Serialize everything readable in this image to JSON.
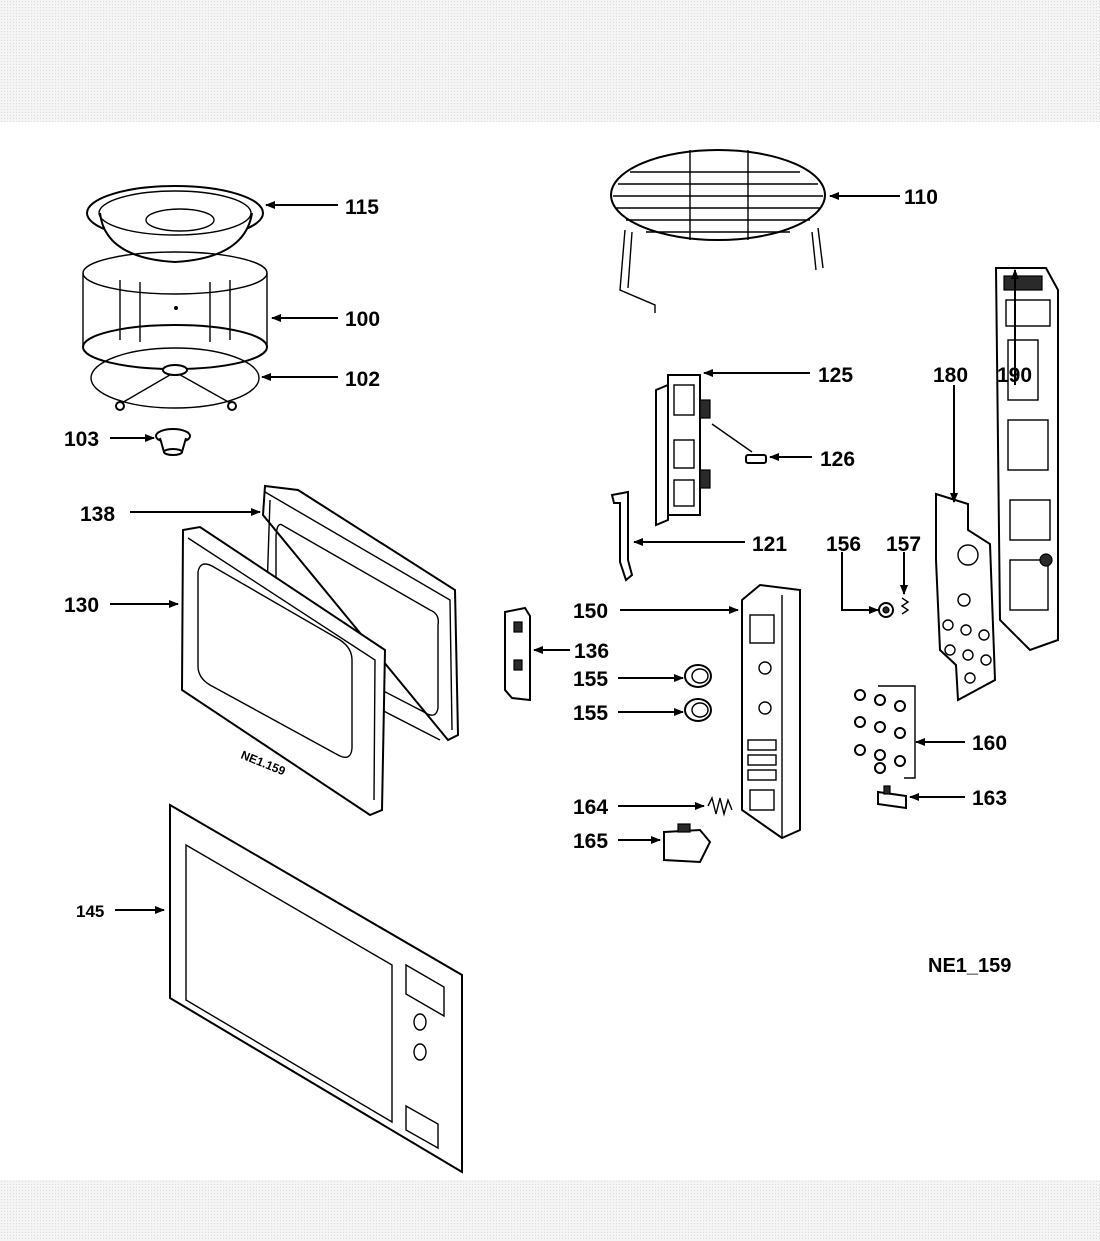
{
  "callouts": {
    "c115": "115",
    "c110": "110",
    "c100": "100",
    "c102": "102",
    "c103": "103",
    "c125": "125",
    "c180": "180",
    "c190": "190",
    "c126": "126",
    "c138": "138",
    "c121": "121",
    "c156": "156",
    "c157": "157",
    "c130": "130",
    "c150": "150",
    "c136": "136",
    "c155a": "155",
    "c155b": "155",
    "c160": "160",
    "c163": "163",
    "c164": "164",
    "c165": "165",
    "c145": "145"
  },
  "door_marking": "NE1.159",
  "model_code": "NE1_159",
  "colors": {
    "line": "#000000",
    "background": "#ffffff",
    "screen_band": "#f4f4f4"
  }
}
